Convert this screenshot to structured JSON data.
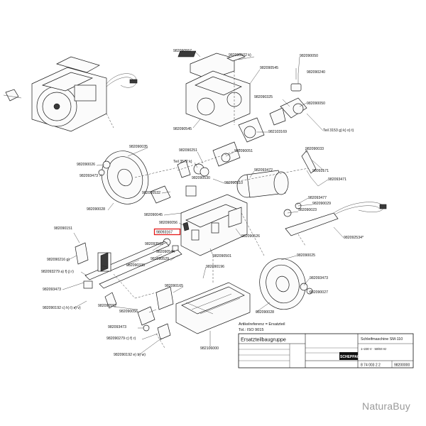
{
  "diagram": {
    "highlighted_part": "98093167",
    "labels": [
      {
        "id": "p1",
        "text": "982090557"
      },
      {
        "id": "p2",
        "text": "982090502 k)"
      },
      {
        "id": "p3",
        "text": "982090050"
      },
      {
        "id": "p4",
        "text": "982090545"
      },
      {
        "id": "p5",
        "text": "982090240"
      },
      {
        "id": "p6",
        "text": "982090325"
      },
      {
        "id": "p7",
        "text": "982090050"
      },
      {
        "id": "p8",
        "text": "982090545"
      },
      {
        "id": "p9",
        "text": "982103169"
      },
      {
        "id": "p10",
        "text": "Teil 3153 g) k) o) t)"
      },
      {
        "id": "p11",
        "text": "982090035"
      },
      {
        "id": "p12",
        "text": "982090251"
      },
      {
        "id": "p13",
        "text": "982090033"
      },
      {
        "id": "p14",
        "text": "982090051"
      },
      {
        "id": "p15",
        "text": "982090026"
      },
      {
        "id": "p16",
        "text": "982093473"
      },
      {
        "id": "p17",
        "text": "Teil 3572 k)"
      },
      {
        "id": "p18",
        "text": "982093472"
      },
      {
        "id": "p19",
        "text": "98093171"
      },
      {
        "id": "p20",
        "text": "982093471"
      },
      {
        "id": "p21",
        "text": "982090530"
      },
      {
        "id": "p22",
        "text": "982090510"
      },
      {
        "id": "p23",
        "text": "982090532"
      },
      {
        "id": "p24",
        "text": "982093477"
      },
      {
        "id": "p25",
        "text": "982090028"
      },
      {
        "id": "p26",
        "text": "982090045"
      },
      {
        "id": "p27",
        "text": "982090056"
      },
      {
        "id": "p28",
        "text": "982090029"
      },
      {
        "id": "p29",
        "text": "982090023"
      },
      {
        "id": "p30",
        "text": "982092534*"
      },
      {
        "id": "p31",
        "text": "982090151"
      },
      {
        "id": "p32",
        "text": "98093167"
      },
      {
        "id": "p33",
        "text": "982090526"
      },
      {
        "id": "p34",
        "text": "982093569"
      },
      {
        "id": "p35",
        "text": "982090216 g)"
      },
      {
        "id": "p36",
        "text": "982090544"
      },
      {
        "id": "p37",
        "text": "982090529"
      },
      {
        "id": "p38",
        "text": "982090025"
      },
      {
        "id": "p39",
        "text": "982090336"
      },
      {
        "id": "p40",
        "text": "982090501"
      },
      {
        "id": "p41",
        "text": "982093279 a) f) j) r)"
      },
      {
        "id": "p42",
        "text": "982090196"
      },
      {
        "id": "p43",
        "text": "982093473"
      },
      {
        "id": "p44",
        "text": "982090165"
      },
      {
        "id": "p45",
        "text": "982093473"
      },
      {
        "id": "p46",
        "text": "982090552"
      },
      {
        "id": "p47",
        "text": "982090192 c) h) l) s) v)"
      },
      {
        "id": "p48",
        "text": "982090027"
      },
      {
        "id": "p49",
        "text": "982090056"
      },
      {
        "id": "p50",
        "text": "982093473"
      },
      {
        "id": "p51",
        "text": "982090279 c) f) r)"
      },
      {
        "id": "p52",
        "text": "982090028"
      },
      {
        "id": "p53",
        "text": "982090192 e) h) w)"
      },
      {
        "id": "p54",
        "text": "982106000"
      }
    ]
  },
  "ref_note": {
    "line1": "Artikelreferenz = Ersatzteil",
    "line2": "Tol.: ISO 9015"
  },
  "title_block": {
    "heading": "Ersatzteilbaugruppe",
    "machine": "Schleifmaschine SM-110",
    "spec": "1~230 V · 50/60 Hz",
    "brand": "SCHEPPACH",
    "drawing_no": "8 74 003 2 2",
    "sheet_no": "98200000"
  },
  "watermark": "NaturaBuy"
}
